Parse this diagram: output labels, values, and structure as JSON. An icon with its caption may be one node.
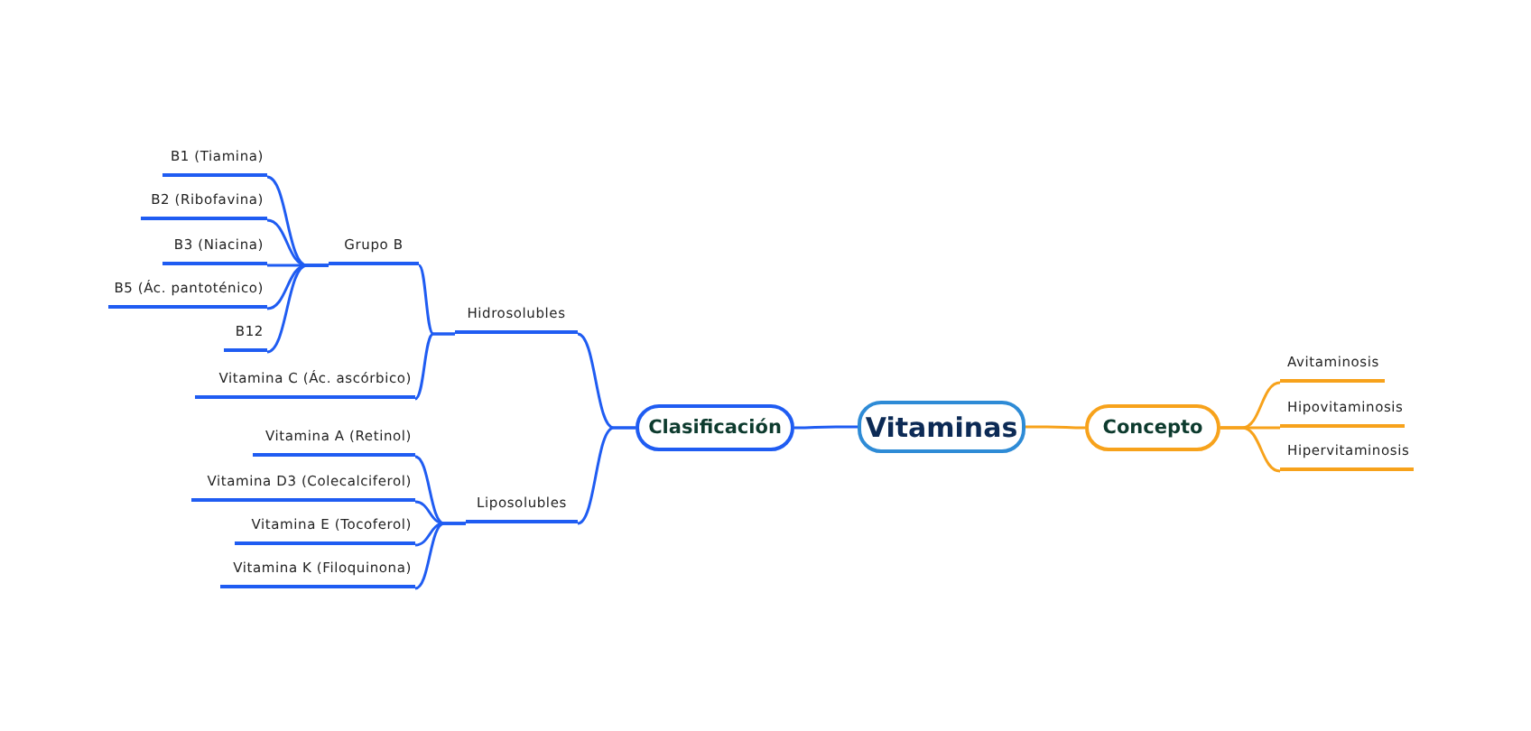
{
  "diagram": {
    "nodes": [
      {
        "text": [
          "Vitaminas"
        ]
      },
      {
        "text": [
          "Clasificación"
        ]
      },
      {
        "text": [
          "Concepto"
        ]
      },
      {
        "text": [
          "Hidrosolubles"
        ]
      },
      {
        "text": [
          "Grupo B"
        ]
      },
      {
        "text": [
          "B1 (Tiamina)"
        ]
      },
      {
        "text": [
          "B2 (Ribofavina)"
        ]
      },
      {
        "text": [
          "B3 (Niacina)"
        ]
      },
      {
        "text": [
          "B5 (Ác. pantoténico)"
        ]
      },
      {
        "text": [
          "B12"
        ]
      },
      {
        "text": [
          "Vitamina C (Ác. ascórbico)"
        ]
      },
      {
        "text": [
          "Liposolubles"
        ]
      },
      {
        "text": [
          "Vitamina A (Retinol)"
        ]
      },
      {
        "text": [
          "Vitamina D3 (Colecalciferol)"
        ]
      },
      {
        "text": [
          "Vitamina E (Tocoferol)"
        ]
      },
      {
        "text": [
          "Vitamina K (Filoquinona)"
        ]
      },
      {
        "text": [
          "Avitaminosis"
        ]
      },
      {
        "text": [
          "Hipovitaminosis"
        ]
      },
      {
        "text": [
          "Hipervitaminosis"
        ]
      }
    ],
    "edges": [
      {
        "from": 0,
        "to": 1,
        "arrow": "none"
      },
      {
        "from": 0,
        "to": 2,
        "arrow": "none",
        "color": "#f7a21b"
      },
      {
        "from": 1,
        "to": 3,
        "arrow": "none"
      },
      {
        "from": 1,
        "to": 11,
        "arrow": "none"
      },
      {
        "from": 3,
        "to": 4,
        "arrow": "none"
      },
      {
        "from": 3,
        "to": 10,
        "arrow": "none"
      },
      {
        "from": 4,
        "to": 5,
        "arrow": "none"
      },
      {
        "from": 4,
        "to": 6,
        "arrow": "none"
      },
      {
        "from": 4,
        "to": 7,
        "arrow": "none"
      },
      {
        "from": 4,
        "to": 8,
        "arrow": "none"
      },
      {
        "from": 4,
        "to": 9,
        "arrow": "none"
      },
      {
        "from": 11,
        "to": 12,
        "arrow": "none"
      },
      {
        "from": 11,
        "to": 13,
        "arrow": "none"
      },
      {
        "from": 11,
        "to": 14,
        "arrow": "none"
      },
      {
        "from": 11,
        "to": 15,
        "arrow": "none"
      },
      {
        "from": 2,
        "to": 16,
        "arrow": "none",
        "color": "#f7a21b"
      },
      {
        "from": 2,
        "to": 17,
        "arrow": "none",
        "color": "#f7a21b"
      },
      {
        "from": 2,
        "to": 18,
        "arrow": "none",
        "color": "#f7a21b"
      }
    ]
  }
}
